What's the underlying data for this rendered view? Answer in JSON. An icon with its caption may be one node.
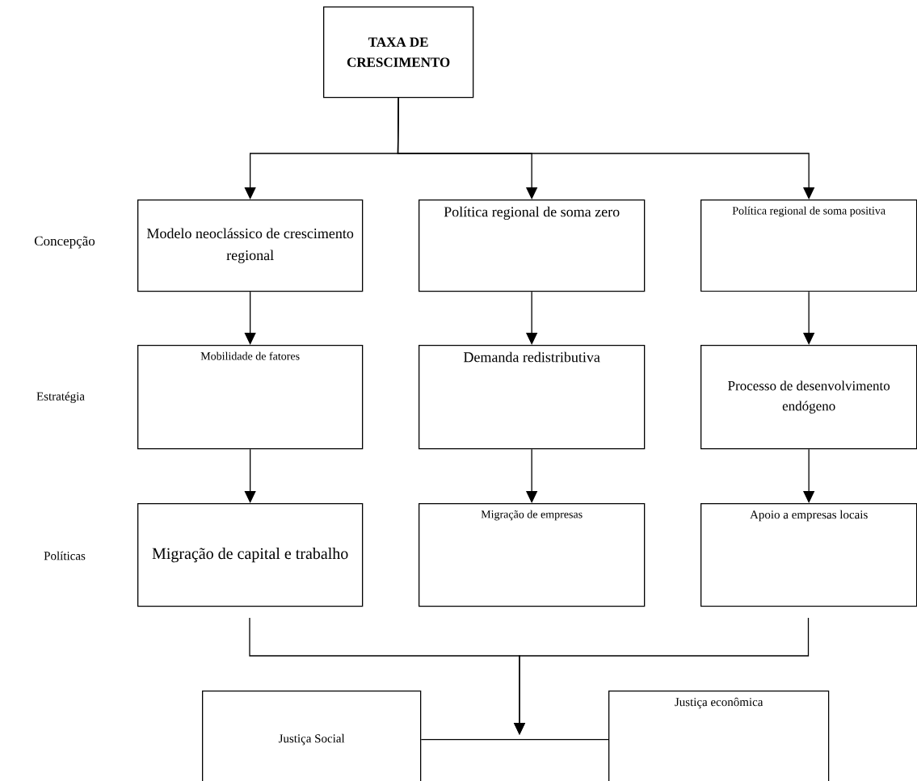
{
  "diagram": {
    "nodes": [
      {
        "text": [
          "TAXA DE CRESCIMENTO"
        ]
      },
      {
        "text": [
          "Modelo neoclássico de crescimento regional"
        ]
      },
      {
        "text": [
          "Política regional de soma zero"
        ]
      },
      {
        "text": [
          "Política regional de soma positiva"
        ]
      },
      {
        "text": [
          "Mobilidade de fatores"
        ]
      },
      {
        "text": [
          "Demanda redistributiva"
        ]
      },
      {
        "text": [
          "Processo de desenvolvimento endógeno"
        ]
      },
      {
        "text": [
          "Migração de capital e trabalho"
        ]
      },
      {
        "text": [
          "Migração de empresas"
        ]
      },
      {
        "text": [
          "Apoio a empresas locais"
        ]
      },
      {
        "text": [
          "Justiça Social"
        ]
      },
      {
        "text": [
          "Justiça econômica"
        ]
      }
    ],
    "edges": [
      {
        "from": 0,
        "to": 1,
        "arrow": "to"
      },
      {
        "from": 0,
        "to": 2,
        "arrow": "to"
      },
      {
        "from": 0,
        "to": 3,
        "arrow": "to"
      },
      {
        "from": 1,
        "to": 4,
        "arrow": "to"
      },
      {
        "from": 2,
        "to": 5,
        "arrow": "to"
      },
      {
        "from": 3,
        "to": 6,
        "arrow": "to"
      },
      {
        "from": 4,
        "to": 7,
        "arrow": "to"
      },
      {
        "from": 5,
        "to": 8,
        "arrow": "to"
      },
      {
        "from": 6,
        "to": 9,
        "arrow": "to"
      },
      {
        "from": 7,
        "to": null,
        "arrow": "to"
      },
      {
        "from": 9,
        "to": null,
        "arrow": "to"
      },
      {
        "from": 10,
        "to": 11,
        "arrow": "none"
      }
    ],
    "labels": [
      "Concepção",
      "Estratégia",
      "Políticas"
    ]
  }
}
